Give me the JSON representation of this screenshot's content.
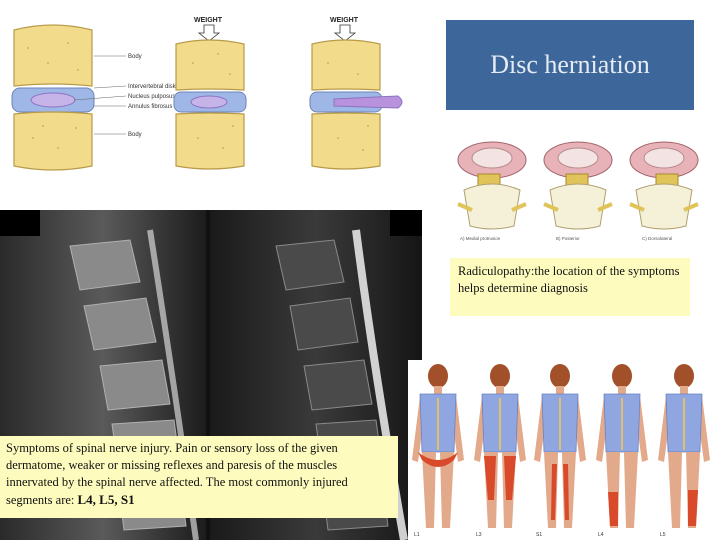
{
  "title": "Disc herniation",
  "spine_diagram": {
    "labels": [
      "Body",
      "Intervertebral disk",
      "Nucleus pulposus",
      "Annulus fibrosus",
      "Body"
    ],
    "weight_labels": [
      "WEIGHT",
      "WEIGHT"
    ]
  },
  "disc_panel": {
    "captions": [
      "A) Medial protrusion",
      "B) Posterior",
      "C) Dorsolateral"
    ]
  },
  "radiculopathy_text": "Radiculopathy:the location of the symptoms helps determine diagnosis",
  "symptoms": {
    "text": "Symptoms of spinal nerve injury. Pain or sensory loss of the given dermatome, weaker or missing reflexes and paresis of the muscles innervated by the spinal nerve affected. The most commonly injured segments are: ",
    "segments": "L4, L5, S1"
  },
  "dermatome_labels": [
    "L1",
    "L3",
    "S1",
    "L4",
    "L5"
  ],
  "colors": {
    "title_bg": "#3d679a",
    "note_bg": "#fdfbbd",
    "vertebra": "#f2dc8c",
    "disc": "#9fb7e6",
    "nerve": "#d84a2a"
  }
}
